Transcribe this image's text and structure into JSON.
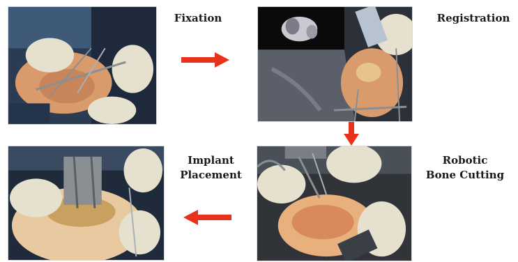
{
  "steps": [
    {
      "id": "fixation",
      "label_lines": [
        "Fixation"
      ]
    },
    {
      "id": "registration",
      "label_lines": [
        "Registration"
      ]
    },
    {
      "id": "robotic-bone-cutting",
      "label_lines": [
        "Robotic",
        "Bone Cutting"
      ]
    },
    {
      "id": "implant-placement",
      "label_lines": [
        "Implant",
        "Placement"
      ]
    }
  ],
  "colors": {
    "arrow": "#e8321c",
    "label": "#1a1a1a",
    "drape": "#3e5a78",
    "glove": "#e6e0cf",
    "tissue": "#d99a6c",
    "metal": "#8a8f94",
    "screen": "#0a0a0a"
  },
  "icons": {
    "flow_arrow": "red-arrow-icon"
  }
}
